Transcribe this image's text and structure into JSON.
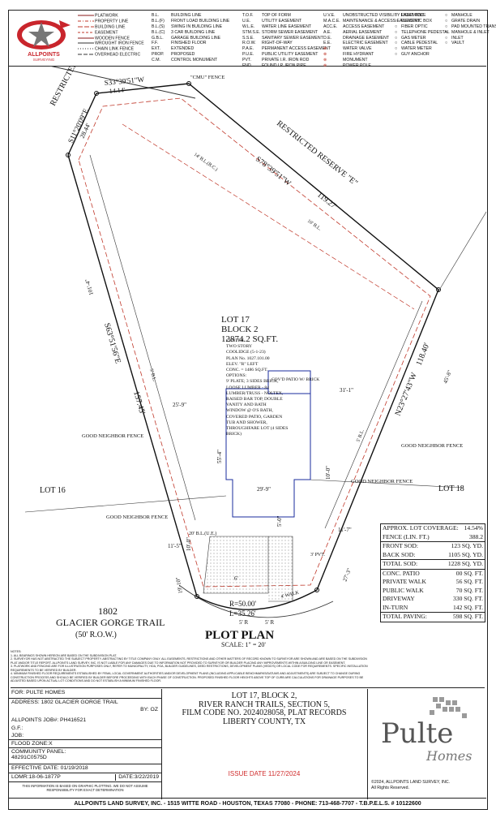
{
  "brand": {
    "name": "ALLPOINTS",
    "subtitle": "SURVEYING"
  },
  "legend": {
    "lines": [
      {
        "label": "PLATWORK",
        "color": "#8a1a1a",
        "dash": ""
      },
      {
        "label": "PROPERTY LINE",
        "color": "#c0392b",
        "dash": "4,2,1,2"
      },
      {
        "label": "BUILDING LINE",
        "color": "#c0392b",
        "dash": "6,2"
      },
      {
        "label": "EASEMENT",
        "color": "#c0392b",
        "dash": "3,2"
      },
      {
        "label": "WOODEN FENCE",
        "color": "#8a1a1a",
        "dash": ""
      },
      {
        "label": "WROUGHT IRON FENCE",
        "color": "#333333",
        "dash": ""
      },
      {
        "label": "CHAIN LINK FENCE",
        "color": "#333333",
        "dash": "1,2"
      },
      {
        "label": "OVERHEAD ELECTRIC",
        "color": "#333333",
        "dash": "5,2"
      }
    ],
    "abbr1": [
      {
        "ab": "B.L.",
        "txt": "BUILDING LINE"
      },
      {
        "ab": "B.L.(F)",
        "txt": "FRONT LOAD BUILDING LINE"
      },
      {
        "ab": "B.L.(S)",
        "txt": "SWING IN BUILDING LINE"
      },
      {
        "ab": "B.L.(C)",
        "txt": "3 CAR BUILDING LINE"
      },
      {
        "ab": "G.B.L.",
        "txt": "GARAGE BUILDING LINE"
      },
      {
        "ab": "F.F.",
        "txt": "FINISHED FLOOR"
      },
      {
        "ab": "EXT.",
        "txt": "EXTENDED"
      },
      {
        "ab": "PROP.",
        "txt": "PROPOSED"
      },
      {
        "ab": "C.M.",
        "txt": "CONTROL MONUMENT"
      }
    ],
    "abbr2": [
      {
        "ab": "T.O.F.",
        "txt": "TOP OF FORM"
      },
      {
        "ab": "U.E.",
        "txt": "UTILITY EASEMENT"
      },
      {
        "ab": "W.L.E.",
        "txt": "WATER LINE EASEMENT"
      },
      {
        "ab": "STM.S.E.",
        "txt": "STORM SEWER EASEMENT"
      },
      {
        "ab": "S.S.E.",
        "txt": "SANITARY SEWER EASEMENT"
      },
      {
        "ab": "R.O.W.",
        "txt": "RIGHT-OF-WAY"
      },
      {
        "ab": "P.A.E.",
        "txt": "PERMANENT ACCESS EASEMENT"
      },
      {
        "ab": "P.U.E.",
        "txt": "PUBLIC UTILITY EASEMENT"
      },
      {
        "ab": "PVT.",
        "txt": "PRIVATE    I.R. IRON ROD"
      },
      {
        "ab": "FND.",
        "txt": "FOUND    I.P. IRON PIPE"
      }
    ],
    "abbr3": [
      {
        "ab": "U.V.E.",
        "txt": "UNOBSTRUCTED VISIBILITY EASEMENT"
      },
      {
        "ab": "M.A.C.E.",
        "txt": "MAINTENANCE & ACCESS EASEMENT"
      },
      {
        "ab": "ACC.E.",
        "txt": "ACCESS EASEMENT"
      },
      {
        "ab": "A.E.",
        "txt": "AERIAL EASEMENT"
      },
      {
        "ab": "D.E.",
        "txt": "DRAINAGE EASEMENT"
      },
      {
        "ab": "E.E.",
        "txt": "ELECTRIC EASEMENT"
      },
      {
        "ab": "",
        "txt": "WATER VALVE"
      },
      {
        "ab": "",
        "txt": "FIRE HYDRANT"
      },
      {
        "ab": "",
        "txt": "MONUMENT"
      },
      {
        "ab": "",
        "txt": "POWER POLE"
      }
    ],
    "abbr4": [
      {
        "txt": "LIGHT POLE"
      },
      {
        "txt": "ELECTRIC BOX"
      },
      {
        "txt": "FIBER OPTIC"
      },
      {
        "txt": "TELEPHONE PEDESTAL"
      },
      {
        "txt": "GAS METER"
      },
      {
        "txt": "CABLE PEDESTAL"
      },
      {
        "txt": "WATER METER"
      },
      {
        "txt": "GUY ANCHOR"
      }
    ],
    "abbr5": [
      {
        "txt": "MANHOLE"
      },
      {
        "txt": "GRATE DRAIN"
      },
      {
        "txt": "PAD MOUNTED TRANSFORMER"
      },
      {
        "txt": "MANHOLE & INLET"
      },
      {
        "txt": "INLET"
      },
      {
        "txt": "VAULT"
      }
    ]
  },
  "plot": {
    "restricted_reserve_nw": "RESTRICTED RESERVE \"E\"",
    "restricted_reserve_ne": "RESTRICTED RESERVE \"E\"",
    "bearing_north": "S33°39'51\"W",
    "dist_north": "14.14'",
    "bearing_nw": "S11°20'09\"E",
    "dist_nw": "28.44'",
    "cmu_fence": "\"CMU\" FENCE",
    "bearing_ne": "S78°39'51\"W",
    "dist_ne": "119.27'",
    "bl_14": "14' B.L.(B.C.)",
    "bl_10": "10' B.L.",
    "bearing_w": "S63°51'56\"E",
    "dist_w": "157.45'",
    "bearing_e": "N23°27'43\"W",
    "dist_e": "118.40'",
    "dim_w_side": "101'-4\"",
    "dim_e_side": "45'-8\"",
    "bl_5_w": "5' B.L.",
    "bl_5_e": "5' B.L.",
    "lot": "LOT 17",
    "block": "BLOCK 2",
    "area": "12874.2 SQ.FT.",
    "covd_patio": "COV'D PATIO W/ BRICK",
    "dim_25_9": "25'-9\"",
    "dim_31_1": "31'-1\"",
    "dim_55_4": "55'-4\"",
    "dim_29_9": "29'-9\"",
    "dim_10_0_a": "10'-0\"",
    "dim_10_0_b": "10'-0\"",
    "dim_5_0": "5'-0\"",
    "dim_11_5": "11'-5\"",
    "dim_11_7": "11'-7\"",
    "dim_3_pvt": "3' PVT.",
    "dim_27_3": "27'-3\"",
    "dim_19_10": "19'-10\"",
    "dim_6": "6'",
    "bl_20": "20' B.L.(U.E.)",
    "walk_4": "4' WALK",
    "gn_fence_1": "GOOD NEIGHBOR FENCE",
    "gn_fence_2": "GOOD NEIGHBOR FENCE",
    "gn_fence_3": "GOOD NEIGHBOR FENCE",
    "gn_fence_4": "GOOD NEIGHBOR FENCE",
    "lot16": "LOT 16",
    "lot18": "LOT 18",
    "street_no": "1802",
    "street": "GLACIER GORGE TRAIL",
    "row": "(50' R.O.W.)",
    "curve_r": "R=50.00'",
    "curve_l": "L=35.26'",
    "radius_5_a": "5' R",
    "radius_5_b": "5' R",
    "title": "PLOT PLAN",
    "scale": "SCALE: 1\" = 20'",
    "house_notes": [
      "CENTEX",
      "TWO STORY",
      "COOLIDGE (5-1-23)",
      "PLAN No. 1027.101.00",
      "ELEV. \"R\" LEFT",
      "CONC. = 1486 SQ.FT.",
      "OPTIONS:",
      "9' PLATE; 3 SIDES BRICK,",
      "LOOSE LUMBER - 84",
      "LUMBER/TRUSS - NOLTEX,",
      "RAISED BAR TOP, DOUBLE",
      "VANITY AND BATH",
      "WINDOW @ O'S BATH,",
      "COVERED PATIO, GARDEN",
      "TUB AND SHOWER,",
      "THROUGHFARE LOT (4 SIDES",
      "BRICK)"
    ]
  },
  "area_table": {
    "coverage_label": "APPROX. LOT COVERAGE:",
    "coverage_val": "14.54%",
    "fence_label": "FENCE (LIN. FT.)",
    "fence_val": "388.2",
    "front_sod": {
      "label": "FRONT SOD:",
      "val": "123",
      "unit": "SQ. YD."
    },
    "back_sod": {
      "label": "BACK SOD:",
      "val": "1105",
      "unit": "SQ. YD."
    },
    "total_sod": {
      "label": "TOTAL SOD:",
      "val": "1228",
      "unit": "SQ. YD."
    },
    "conc_patio": {
      "label": "CONC. PATIO",
      "val": "00",
      "unit": "SQ. FT."
    },
    "private_walk": {
      "label": "PRIVATE WALK",
      "val": "56",
      "unit": "SQ. FT."
    },
    "public_walk": {
      "label": "PUBLIC WALK",
      "val": "70",
      "unit": "SQ. FT."
    },
    "driveway": {
      "label": "DRIVEWAY",
      "val": "330",
      "unit": "SQ. FT."
    },
    "in_turn": {
      "label": "IN-TURN",
      "val": "142",
      "unit": "SQ. FT."
    },
    "total_paving": {
      "label": "TOTAL PAVING:",
      "val": "598",
      "unit": "SQ. FT."
    }
  },
  "notes": [
    "NOTES:",
    "1. ALL BEARINGS SHOWN HEREON ARE BASED ON THE SUBDIVISION PLAT.",
    "2. SURVEYOR HAS NOT ABSTRACTED THE SUBJECT PROPERTY. ABSTRACTING BY TITLE COMPANY ONLY. ALL EASEMENTS, RESTRICTIONS AND OTHER MATTERS OF RECORD KNOWN TO SURVEYOR ARE SHOWN AND ARE BASED ON THE SUBDIVISION",
    "PLAT AND/OR TITLE REPORT. ALLPOINTS LAND SURVEY, INC. IS NOT LIABLE FOR ANY DAMAGES DUE TO INFORMATION NOT PROVIDED TO SURVEYOR OR BUILDER PLACING ANY IMPROVEMENTS WITHIN A BUILDING LINE OR EASEMENT.",
    "3. PLATWORK AND FENCING ARE FOR ILLUSTRATION PURPOSES ONLY, REFER TO MUNICIPALITY, HOA, POA, BUILDER GUIDELINES, DEED RESTRICTIONS, DEVELOPMENT PLANS (VEDD'S) OR LOCAL CODE FOR REQUIREMENTS. SPECIFIC INSTALLATION",
    "REQUIREMENTS TO BE VERIFIED BY BUILDER.",
    "4. MINIMUM FINISHED FLOOR REQUIREMENTS ESTABLISHED BY FEMA, LOCAL GOVERNMENT AUTHORITIES AND/OR DEVELOPMENT PLANS (INCLUDING APPLICABLE BENCHMARKS/DATUMS AND ADJUSTMENTS) ARE SUBJECT TO CHANGE DURING",
    "CONSTRUCTION PROCESS AND SHOULD BE VERIFIED BY BUILDER BEFORE PROCEEDING WITH EACH PHASE OF CONSTRUCTION. PROPOSED FINISHED FLOOR HEIGHTS ABOVE TOP OF CURB ARE CALCULATIONS FOR DRAINAGE PURPOSES TO BE",
    "ADJUSTED BASED UPON ACTUAL LOT CONDITIONS AND DO NOT ESTABLISH A MINIMUM FINISHED FLOOR."
  ],
  "footer": {
    "for": "FOR:  PULTE HOMES",
    "address": "ADDRESS: 1802 GLACIER GORGE TRAIL",
    "by": "BY: OZ",
    "job": "ALLPOINTS JOB#: PH416521",
    "gf": "G.F.:",
    "job2": "JOB:",
    "flood_zone": "FLOOD ZONE:X",
    "community_label": "COMMUNITY PANEL:",
    "community_val": "48291C0575D",
    "effective": "EFFECTIVE DATE: 01/19/2018",
    "lomr": "LOMR:18-06-1877P",
    "date": "DATE:3/22/2019",
    "disclaimer": "THIS INFORMATION IS BASED ON GRAPHIC PLOTTING. WE DO NOT ASSUME RESPONSIBILITY FOR EXACT DETERMINATION",
    "legal": [
      "LOT 17, BLOCK 2,",
      "RIVER RANCH TRAILS, SECTION 5,",
      "FILM CODE NO. 2024028058, PLAT RECORDS",
      "LIBERTY COUNTY, TX"
    ],
    "issue": "ISSUE DATE 11/27/2024",
    "client_name": "Pulte",
    "client_sub": "Homes",
    "copyright": "©2024, ALLPOINTS LAND SURVEY, INC.",
    "rights": "All Rights Reserved.",
    "company": "ALLPOINTS LAND SURVEY, INC. - 1515 WITTE ROAD - HOUSTON, TEXAS 77080 - PHONE: 713-468-7707 - T.B.P.E.L.S. # 10122600"
  }
}
